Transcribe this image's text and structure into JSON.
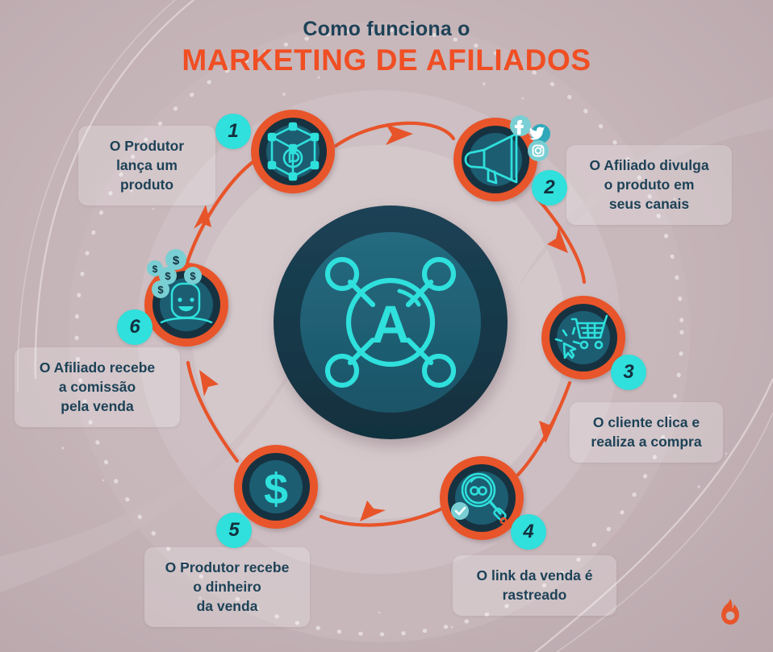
{
  "header": {
    "subtitle": "Como funciona o",
    "title": "MARKETING DE AFILIADOS"
  },
  "center": {
    "letter": "A",
    "icon_name": "affiliate-network-icon"
  },
  "colors": {
    "background": "#c2b1b5",
    "accent_orange": "#e8542a",
    "accent_cyan": "#2fe0dc",
    "dark_navy": "#14313f",
    "teal_fill": "#1f6074",
    "title_dark": "#1d4257",
    "title_orange": "#f04e23",
    "label_text": "#1d4257"
  },
  "steps": [
    {
      "number": "1",
      "label": "O Produtor\nlança um\nproduto",
      "icon_name": "product-cube-icon",
      "badges": []
    },
    {
      "number": "2",
      "label": "O Afiliado divulga\no produto em\nseus canais",
      "icon_name": "megaphone-icon",
      "badges": [
        "facebook-icon",
        "twitter-icon",
        "instagram-icon"
      ]
    },
    {
      "number": "3",
      "label": "O cliente clica e\nrealiza a compra",
      "icon_name": "shopping-cart-click-icon",
      "badges": []
    },
    {
      "number": "4",
      "label": "O link da venda é\nrastreado",
      "icon_name": "tracked-link-magnifier-icon",
      "badges": [
        "check-badge-icon"
      ]
    },
    {
      "number": "5",
      "label": "O Produtor recebe\no dinheiro\nda venda",
      "icon_name": "dollar-sign-icon",
      "badges": []
    },
    {
      "number": "6",
      "label": "O Afiliado recebe\na comissão\npela venda",
      "icon_name": "happy-person-coins-icon",
      "badges": [
        "dollar-coin-icon",
        "dollar-coin-icon",
        "dollar-coin-icon",
        "dollar-coin-icon"
      ]
    }
  ],
  "footer": {
    "logo_name": "hotmart-flame-logo"
  }
}
